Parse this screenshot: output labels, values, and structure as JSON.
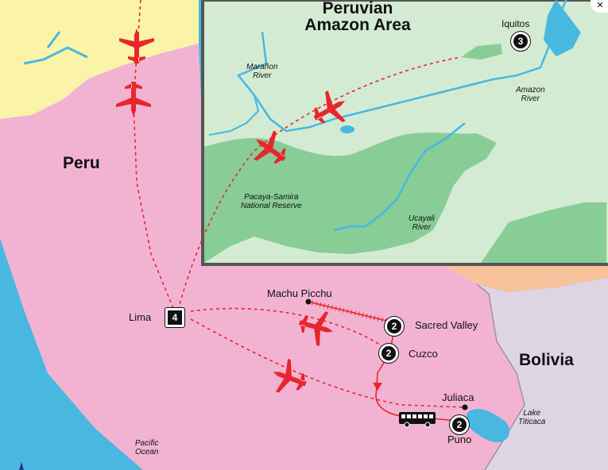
{
  "inset": {
    "title_line1": "Peruvian",
    "title_line2": "Amazon Area"
  },
  "countries": {
    "peru": "Peru",
    "bolivia": "Bolivia"
  },
  "cities": {
    "lima": "Lima",
    "machu_picchu": "Machu Picchu",
    "sacred_valley": "Sacred Valley",
    "cuzco": "Cuzco",
    "juliaca": "Juliaca",
    "puno": "Puno",
    "iquitos": "Iquitos"
  },
  "nights": {
    "lima": "4",
    "sacred_valley": "2",
    "cuzco": "2",
    "puno": "2",
    "iquitos": "3"
  },
  "water_labels": {
    "pacific_line1": "Pacific",
    "pacific_line2": "Ocean",
    "titicaca_line1": "Lake",
    "titicaca_line2": "Titicaca",
    "maranon_line1": "Marañon",
    "maranon_line2": "River",
    "amazon_line1": "Amazon",
    "amazon_line2": "River",
    "ucayali_line1": "Ucayali",
    "ucayali_line2": "River",
    "reserve_line1": "Pacaya-Samira",
    "reserve_line2": "National Reserve"
  },
  "colors": {
    "peru": "#f2b3d3",
    "ocean": "#48b8e0",
    "north_country": "#fbf4a8",
    "bolivia": "#ddd5e4",
    "brazil": "#f8c39c",
    "inset_land": "#d3ebd2",
    "reserve": "#88cd96",
    "route": "#e8262c"
  },
  "icons": [
    "airplane-icon",
    "bus-icon",
    "close-icon"
  ],
  "close_glyph": "✕"
}
